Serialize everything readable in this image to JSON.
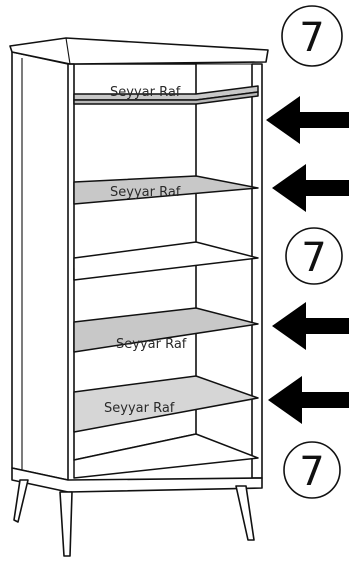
{
  "shelf_label": "Seyyar Raf",
  "step_number": "7",
  "colors": {
    "outline": "#111111",
    "movable_shelf_fill": "#c8c8c8",
    "movable_shelf_fill_light": "#d6d6d6",
    "arrow": "#000000",
    "background": "#ffffff"
  },
  "icons": [
    "left-arrow-icon",
    "step-number-circle"
  ]
}
